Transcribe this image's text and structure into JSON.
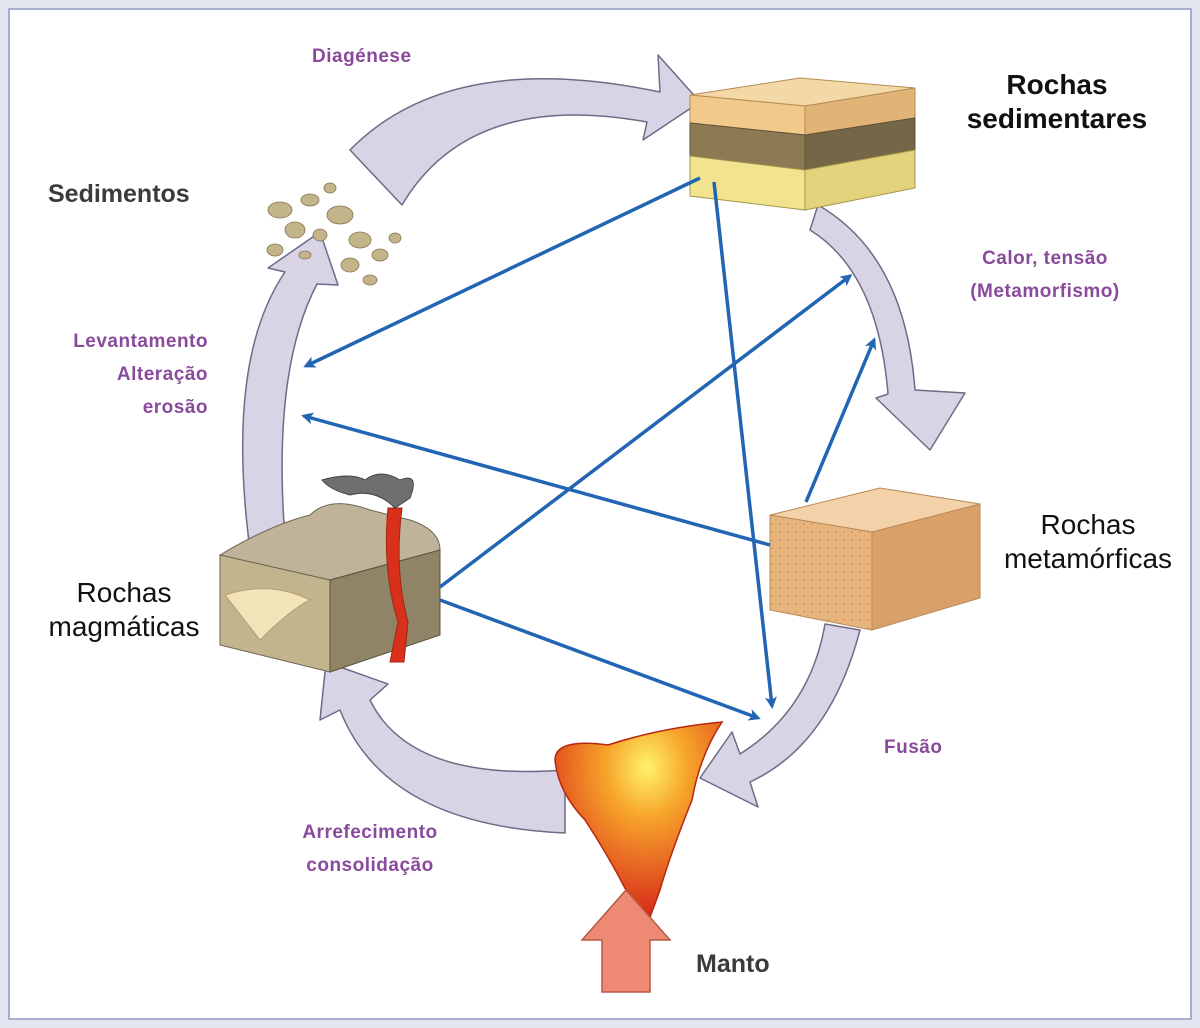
{
  "nodes": {
    "sedimentares": {
      "line1": "Rochas",
      "line2": "sedimentares"
    },
    "metamorficas": {
      "line1": "Rochas",
      "line2": "metamórficas"
    },
    "magmaticas": {
      "line1": "Rochas",
      "line2": "magmáticas"
    },
    "sedimentos": "Sedimentos",
    "manto": "Manto"
  },
  "processes": {
    "diagenese": "Diagénese",
    "metamorfismo": {
      "line1": "Calor, tensão",
      "line2": "(Metamorfismo)"
    },
    "fusao": "Fusão",
    "arrefecimento": {
      "line1": "Arrefecimento",
      "line2": "consolidação"
    },
    "levantamento": {
      "line1": "Levantamento",
      "line2": "Alteração",
      "line3": "erosão"
    }
  },
  "colors": {
    "cycle_arrow": "#d9d3e6",
    "cycle_arrow_stroke": "#6f6a86",
    "shortcut_arrow": "#2165b3",
    "process_label": "#8a4a9c",
    "magma": "#e8491f",
    "mantle_arrow": "#ee8a74"
  }
}
